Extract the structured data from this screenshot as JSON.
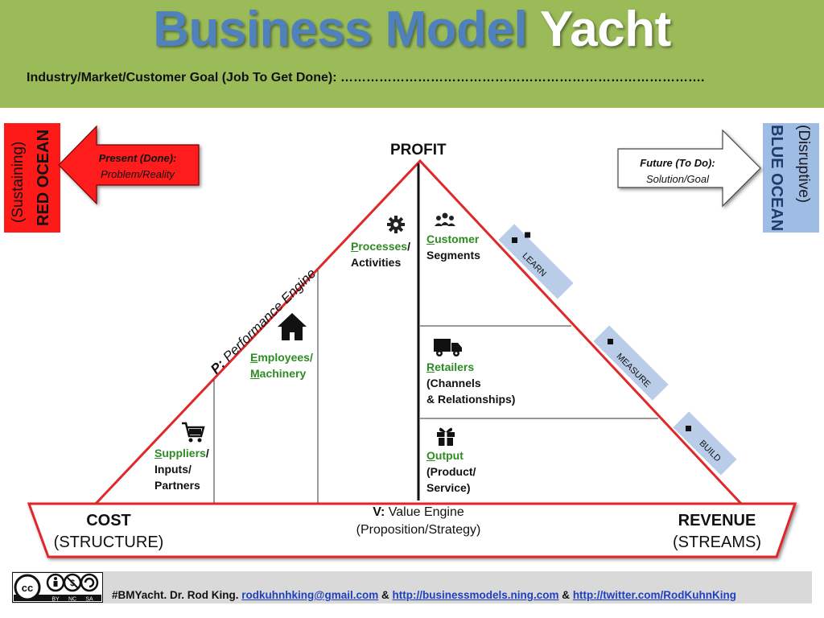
{
  "title": {
    "part1": "Business Model",
    "part2": "Yacht"
  },
  "goal_line": "Industry/Market/Customer Goal (Job To Get Done): ………………………………………………………………………….",
  "left_side": {
    "line1": "(Sustaining)",
    "line2": "RED OCEAN"
  },
  "right_side": {
    "line1": "(Disruptive)",
    "line2": "BLUE OCEAN"
  },
  "left_arrow": {
    "line1": "Present (Done):",
    "line2": "Problem/Reality"
  },
  "right_arrow": {
    "line1": "Future (To Do):",
    "line2": "Solution/Goal"
  },
  "profit": "PROFIT",
  "engine_label": {
    "prefix": "P:",
    "text": "Performance Engine"
  },
  "blocks": {
    "processes": {
      "first": "P",
      "rest": "rocesses",
      "tail": "/",
      "line2": "Activities"
    },
    "employees": {
      "first": "E",
      "rest": "mployees",
      "tail": "/",
      "line2_first": "M",
      "line2_rest": "achinery"
    },
    "suppliers": {
      "first": "S",
      "rest": "uppliers",
      "tail": "/",
      "line2": "Inputs/",
      "line3": "Partners"
    },
    "customer": {
      "first": "C",
      "rest": "ustomer",
      "line2": "Segments"
    },
    "retailers": {
      "first": "R",
      "rest": "etailers",
      "line2": "(Channels",
      "line3": "& Relationships)"
    },
    "output": {
      "first": "O",
      "rest": "utput",
      "line2": "(Product/",
      "line3": "Service)"
    }
  },
  "tags": {
    "learn": "LEARN",
    "measure": "MEASURE",
    "build": "BUILD"
  },
  "hull": {
    "cost": "COST",
    "cost_sub": "(STRUCTURE)",
    "value_prefix": "V:",
    "value_text": "Value Engine",
    "value_sub": "(Proposition/Strategy)",
    "revenue": "REVENUE",
    "revenue_sub": "(STREAMS)"
  },
  "footer": {
    "license": {
      "by": "BY",
      "nc": "NC",
      "sa": "SA"
    },
    "prefix": "#BMYacht. Dr. Rod King.",
    "email": "rodkuhnhking@gmail.com",
    "amp1": "&",
    "link1": "http://businessmodels.ning.com",
    "amp2": "&",
    "link2": "http://twitter.com/RodKuhnKing"
  },
  "icons": {
    "processes": "gear-icon",
    "customer": "people-icon",
    "employees": "house-icon",
    "retailers": "truck-icon",
    "suppliers": "cart-icon",
    "output": "gift-icon",
    "tag": "square-bullet-icon"
  },
  "colors": {
    "header_green": "#9bbb59",
    "title_blue": "#4f81bd",
    "red": "#ff1a1a",
    "blue_panel": "#9fbde4",
    "tag_blue": "#b9cde8",
    "label_green": "#2e8b22",
    "triangle_red": "#e0282a"
  }
}
